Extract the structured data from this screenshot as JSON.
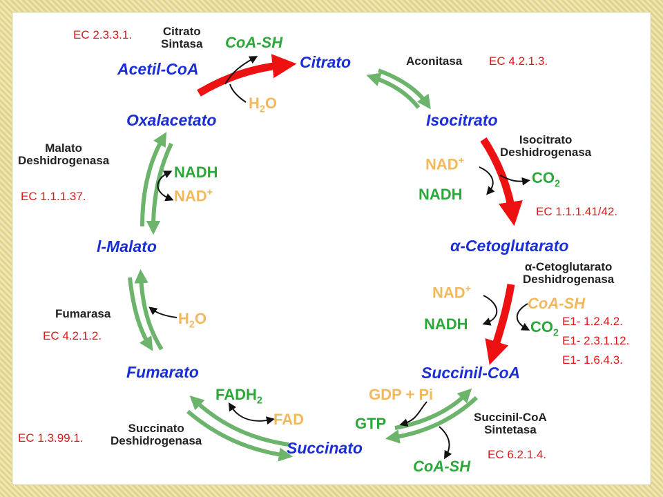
{
  "metabolites": {
    "acetil_coa": "Acetil-CoA",
    "citrato": "Citrato",
    "isocitrato": "Isocitrato",
    "cetoglutarato": "α-Cetoglutarato",
    "succinil_coa": "Succinil-CoA",
    "succinato": "Succinato",
    "fumarato": "Fumarato",
    "malato": "l-Malato",
    "oxalacetato": "Oxalacetato"
  },
  "enzymes": {
    "citrato_sintasa": [
      "Citrato",
      "Sintasa"
    ],
    "aconitasa": "Aconitasa",
    "isocitrato_dh": [
      "Isocitrato",
      "Deshidrogenasa"
    ],
    "cetoglutarato_dh": [
      "α-Cetoglutarato",
      "Deshidrogenasa"
    ],
    "succinil_coa_sintetasa": [
      "Succinil-CoA",
      "Sintetasa"
    ],
    "succinato_dh": [
      "Succinato",
      "Deshidrogenasa"
    ],
    "fumarasa": "Fumarasa",
    "malato_dh": [
      "Malato",
      "Deshidrogenasa"
    ]
  },
  "cofactors": {
    "coa_sh_top": "CoA-SH",
    "h2o_top": {
      "base": "H",
      "sub": "2",
      "end": "O"
    },
    "nad_iso": {
      "base": "NAD",
      "sup": "+"
    },
    "nadh_iso": "NADH",
    "co2_iso": {
      "base": "CO",
      "sub": "2"
    },
    "nad_ceto": {
      "base": "NAD",
      "sup": "+"
    },
    "nadh_ceto": "NADH",
    "coa_sh_ceto": "CoA-SH",
    "co2_ceto": {
      "base": "CO",
      "sub": "2"
    },
    "gdp_pi": "GDP + Pi",
    "gtp": "GTP",
    "coa_sh_bottom": "CoA-SH",
    "fadh2": {
      "base": "FADH",
      "sub": "2"
    },
    "fad": "FAD",
    "h2o_fum": {
      "base": "H",
      "sub": "2",
      "end": "O"
    },
    "nadh_mal": "NADH",
    "nad_mal": {
      "base": "NAD",
      "sup": "+"
    }
  },
  "ec_numbers": {
    "citrato_sintasa": "EC 2.3.3.1.",
    "aconitasa": "EC 4.2.1.3.",
    "isocitrato_dh": "EC 1.1.1.41/42.",
    "cetoglutarato_dh": [
      "E1- 1.2.4.2.",
      "E1- 2.3.1.12.",
      "E1- 1.6.4.3."
    ],
    "succinil_coa_sintetasa": "EC 6.2.1.4.",
    "succinato_dh": "EC 1.3.99.1.",
    "fumarasa": "EC 4.2.1.2.",
    "malato_dh": "EC 1.1.1.37."
  },
  "colors": {
    "metabolite": "#1a2ed6",
    "irreversible_arrow": "#ee1111",
    "reversible_arrow": "#6cb46c",
    "cofactor_green": "#2aa838",
    "cofactor_yellow": "#f3b85a",
    "ec_label": "#e01818",
    "enzyme_label": "#222222"
  }
}
